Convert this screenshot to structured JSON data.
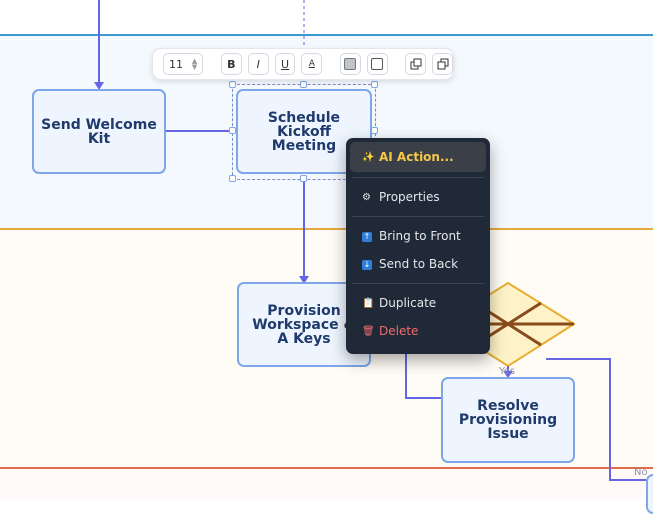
{
  "nodes": {
    "send_welcome": "Send Welcome Kit",
    "schedule_kickoff": "Schedule Kickoff Meeting",
    "provision": "Provision Workspace & A Keys",
    "resolve": "Resolve Provisioning Issue"
  },
  "edge_labels": {
    "yes": "Yes",
    "no": "No"
  },
  "toolbar": {
    "font_size": "11",
    "bold": "B",
    "italic": "I",
    "underline": "U",
    "text_color": "A"
  },
  "context_menu": {
    "ai_action": "AI Action...",
    "properties": "Properties",
    "bring_to_front": "Bring to Front",
    "send_to_back": "Send to Back",
    "duplicate": "Duplicate",
    "delete": "Delete"
  },
  "colors": {
    "edge": "#6466e6",
    "node_border": "#7ea6e8",
    "decision_fill": "#fdf2c8",
    "decision_border": "#e8ad2c",
    "menu_bg": "#1f2937"
  }
}
